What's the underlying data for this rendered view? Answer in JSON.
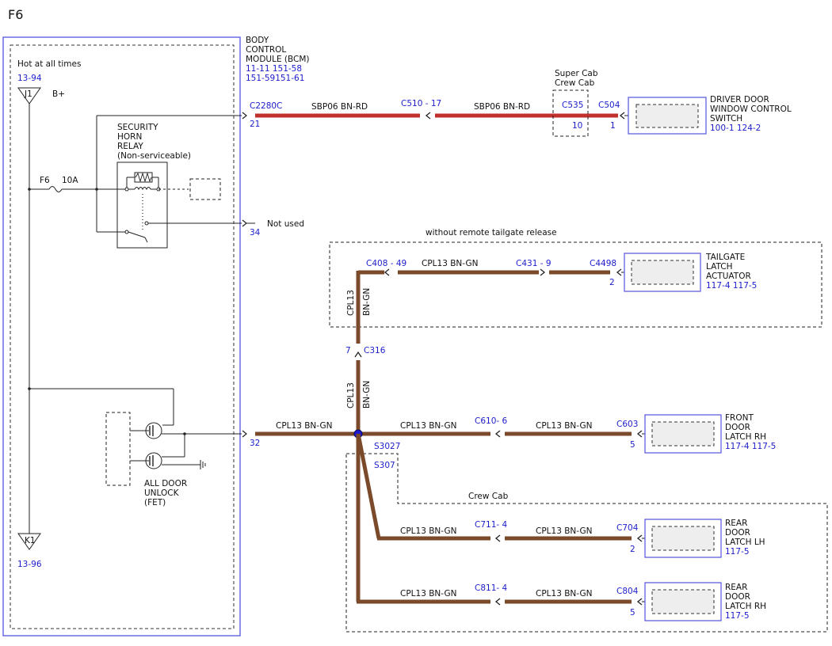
{
  "page": {
    "title": "F6"
  },
  "colors": {
    "wire_red": "#c0302c",
    "wire_brown": "#7a4a2a",
    "link_blue": "#1c1ccc",
    "module_border": "#5555dd",
    "component_fill": "#eeeeee"
  },
  "bcm": {
    "lines": [
      "BODY",
      "CONTROL",
      "MODULE (BCM)"
    ],
    "refs": [
      "11-11  151-58",
      "151-59151-61"
    ],
    "hot_label": "Hot at all times",
    "hot_ref": "13-94",
    "j1": "J1",
    "bplus": "B+",
    "fuse_name": "F6",
    "fuse_rating": "10A",
    "k1": "K1",
    "k1_ref": "13-96",
    "relay_lines": [
      "SECURITY",
      "HORN",
      "RELAY",
      "(Non-serviceable)"
    ],
    "fet_lines": [
      "ALL DOOR",
      "UNLOCK",
      "(FET)"
    ],
    "pin_21": "21",
    "pin_34": "34",
    "pin_32": "32",
    "not_used": "Not used",
    "conn_c2280c": "C2280C"
  },
  "top_wire": {
    "circuit1": "SBP06  BN-RD",
    "inline": "C510 - 17",
    "circuit2": "SBP06  BN-RD",
    "option_lines": [
      "Super Cab",
      "Crew Cab"
    ],
    "c535": "C535",
    "c535_pin": "10",
    "c504": "C504",
    "c504_pin": "1",
    "device_lines": [
      "DRIVER DOOR",
      "WINDOW CONTROL",
      "SWITCH"
    ],
    "device_ref": "100-1 124-2"
  },
  "tailgate": {
    "group_label": "without remote tailgate release",
    "c408": "C408 - 49",
    "circuit1": "CPL13  BN-GN",
    "c431": "C431 - 9",
    "c4498": "C4498",
    "pin": "2",
    "device_lines": [
      "TAILGATE",
      "LATCH",
      "ACTUATOR"
    ],
    "device_ref": "117-4 117-5",
    "vert_circuit": "CPL13",
    "vert_color": "BN-GN"
  },
  "c316": {
    "label": "C316",
    "pin": "7"
  },
  "vertical_lower": {
    "circuit": "CPL13",
    "color": "BN-GN"
  },
  "main_wire": {
    "circuit_left": "CPL13  BN-GN",
    "splice": "S3027",
    "circuit_mid": "CPL13  BN-GN",
    "inline": "C610-  6",
    "circuit_right": "CPL13  BN-GN",
    "c603": "C603",
    "pin": "5",
    "device_lines": [
      "FRONT",
      "DOOR",
      "LATCH RH"
    ],
    "device_ref": "117-4 117-5"
  },
  "crew_cab": {
    "s307": "S307",
    "group_label": "Crew Cab",
    "lh": {
      "circuit1": "CPL13  BN-GN",
      "inline": "C711-  4",
      "circuit2": "CPL13  BN-GN",
      "conn": "C704",
      "pin": "2",
      "device_lines": [
        "REAR",
        "DOOR",
        "LATCH LH"
      ],
      "device_ref": "117-5"
    },
    "rh": {
      "circuit1": "CPL13  BN-GN",
      "inline": "C811-  4",
      "circuit2": "CPL13  BN-GN",
      "conn": "C804",
      "pin": "5",
      "device_lines": [
        "REAR",
        "DOOR",
        "LATCH RH"
      ],
      "device_ref": "117-5"
    }
  }
}
